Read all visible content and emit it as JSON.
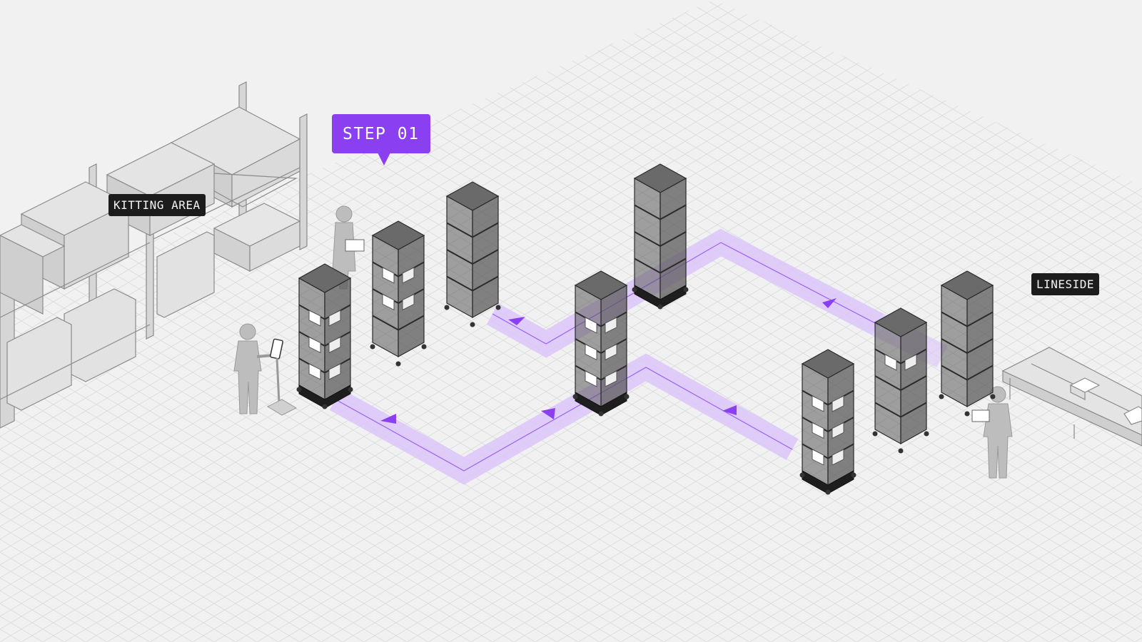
{
  "labels": {
    "step": "STEP 01",
    "kitting_area": "KITTING AREA",
    "lineside": "LINESIDE"
  },
  "colors": {
    "background": "#f1f1f1",
    "grid_line": "#dadada",
    "route_fill": "#dcc6fa",
    "route_line": "#9a63f3",
    "route_arrow": "#8a3ff0",
    "callout": "#8a3ff0",
    "tag_background": "#1c1c1c",
    "cart_dark": "#5a5a5a",
    "cart_outline": "#2b2b2b",
    "rack": "#c9c9c9",
    "person": "#bdbdbd"
  },
  "icons": {
    "rack": "warehouse-rack-icon",
    "cart": "robot-cart-icon",
    "person": "worker-icon",
    "kiosk": "tablet-kiosk-icon",
    "conveyor": "conveyor-icon",
    "arrow": "route-direction-arrow-icon"
  },
  "scene": {
    "cart_count": 8,
    "worker_count": 3,
    "route_arrow_count": 5
  }
}
